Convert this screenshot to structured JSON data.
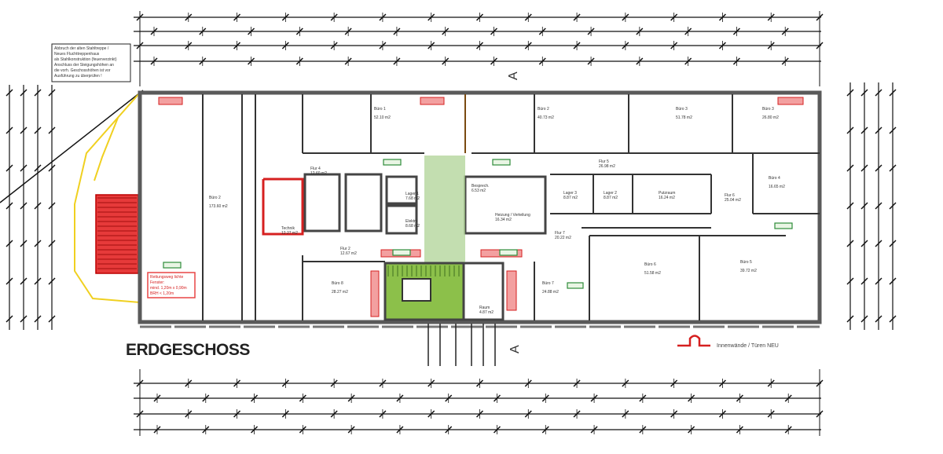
{
  "plan": {
    "title": "ERDGESCHOSS",
    "legend_label": "Innenwände / Türen NEU",
    "section_marker": "A",
    "colors": {
      "wall": "#555555",
      "new_wall": "#d62020",
      "stair_green": "#8cc04a",
      "exit_green": "#2e8b3a",
      "escape_yellow": "#f0d020",
      "fire_red": "#e84545"
    },
    "note_box": [
      "Abbruch der alten Stahltreppe /",
      "Neues Fluchttreppenhaus",
      "als Stahlkonstruktion (feuerverzinkt)",
      "Anschluss der Steigungshöhen an",
      "die vorh. Geschosshöhen ist vor",
      "Ausführung zu überprüfen !"
    ],
    "exit_note": [
      "Rettungsweg lichte",
      "Fenster:",
      "mind. 1,20m x 0,90m",
      "BRH < 1,20m"
    ],
    "rooms": [
      {
        "name": "Büro 2",
        "area": "173.60 m2"
      },
      {
        "name": "Technik",
        "area": "12.27 m2"
      },
      {
        "name": "Büro 1",
        "area": "52.10 m2"
      },
      {
        "name": "Büro 2",
        "area": "40.73 m2"
      },
      {
        "name": "Büro 3",
        "area": "51.78 m2"
      },
      {
        "name": "Büro 3",
        "area": "26.80 m2"
      },
      {
        "name": "Büro 4",
        "area": "16.65 m2"
      },
      {
        "name": "Flur 5",
        "area": "26.98 m2"
      },
      {
        "name": "Lager 3",
        "area": "8.87 m2"
      },
      {
        "name": "Lager 2",
        "area": "8.87 m2"
      },
      {
        "name": "Putzraum",
        "area": "16.24 m2"
      },
      {
        "name": "Flur 6",
        "area": "25.04 m2"
      },
      {
        "name": "Flur 7",
        "area": "20.22 m2"
      },
      {
        "name": "Büro 6",
        "area": "51.58 m2"
      },
      {
        "name": "Büro 5",
        "area": "39.72 m2"
      },
      {
        "name": "Büro 7",
        "area": "24.88 m2"
      },
      {
        "name": "Büro 8",
        "area": "28.27 m2"
      },
      {
        "name": "Flur 2",
        "area": "12.67 m2"
      },
      {
        "name": "Flur 4",
        "area": "12.60 m2"
      },
      {
        "name": "Lager 1",
        "area": "7.68 m2"
      },
      {
        "name": "Elektro",
        "area": "8.68 m2"
      },
      {
        "name": "Heizung / Verteilung",
        "area": "16.34 m2"
      },
      {
        "name": "Besprech.",
        "area": "6.53 m2"
      },
      {
        "name": "Raum",
        "area": "4.87 m2"
      }
    ]
  }
}
